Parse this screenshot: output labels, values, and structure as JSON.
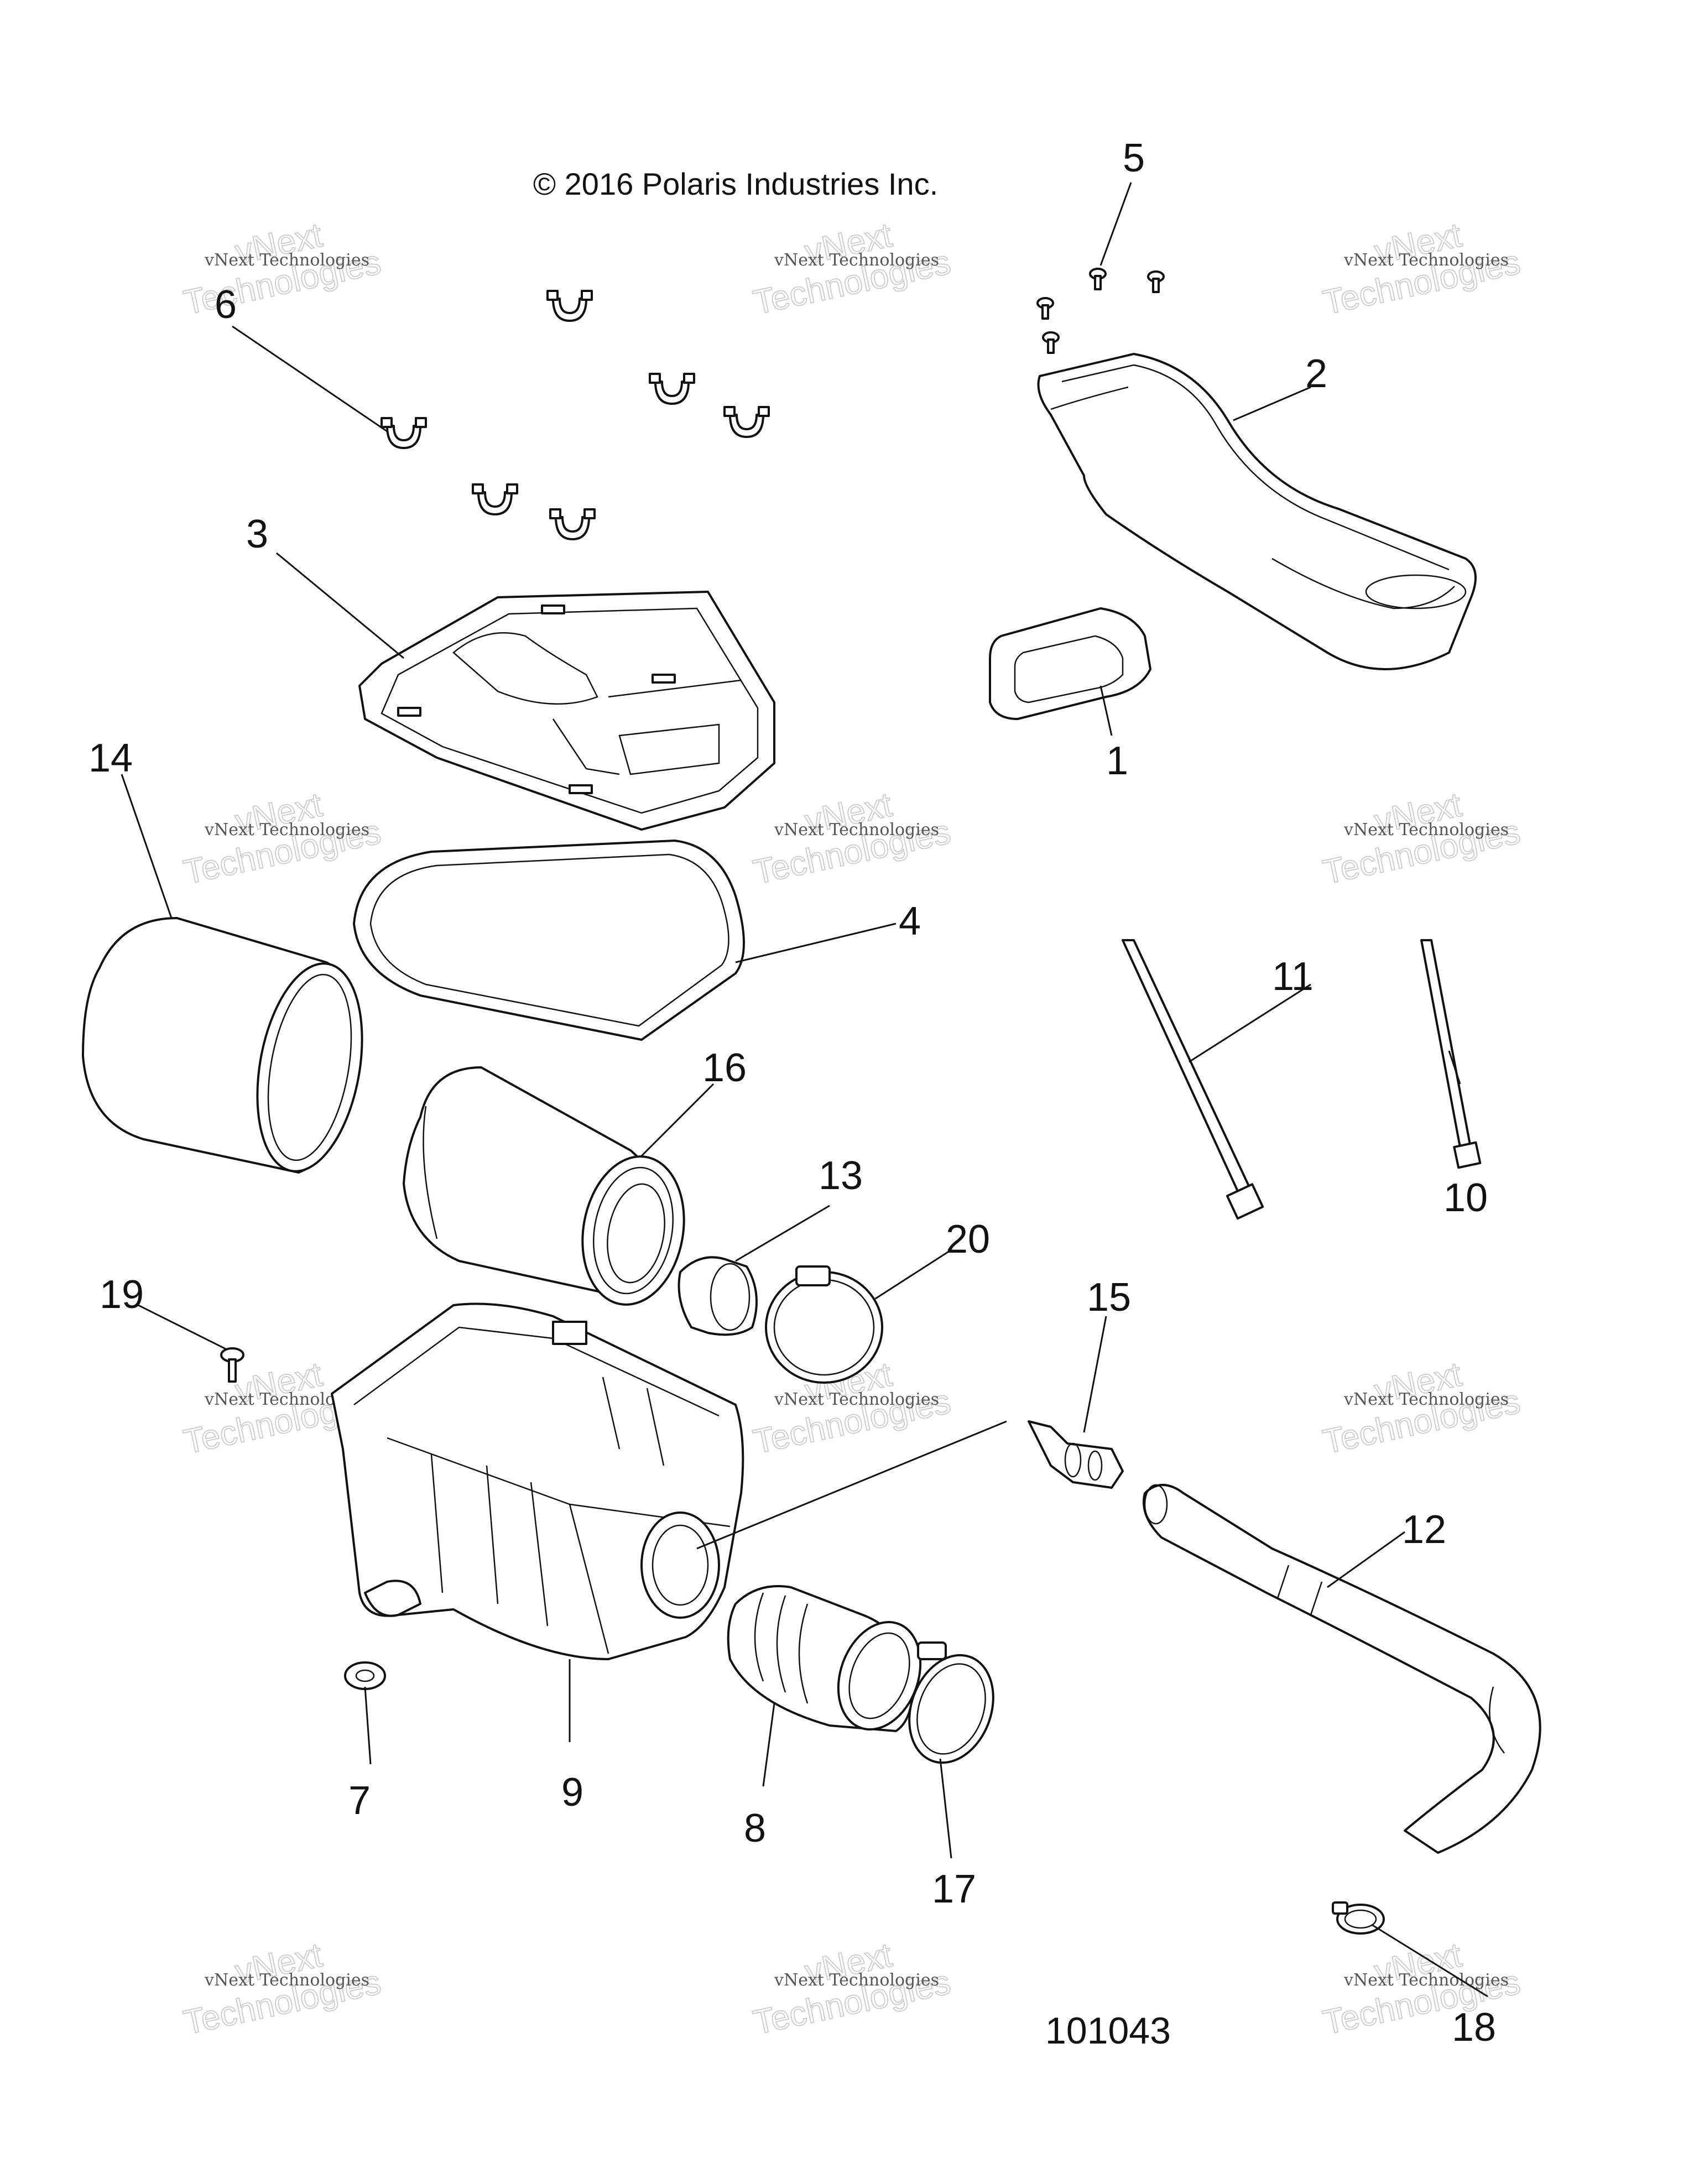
{
  "copyright": "© 2016 Polaris Industries Inc.",
  "drawing_id": "101043",
  "watermark": {
    "line1": "vNext Technologies",
    "line2": "vNext",
    "line3": "Technologies"
  },
  "callouts": [
    "1",
    "2",
    "3",
    "4",
    "5",
    "6",
    "7",
    "8",
    "9",
    "10",
    "11",
    "12",
    "13",
    "14",
    "15",
    "16",
    "17",
    "18",
    "19",
    "20"
  ]
}
